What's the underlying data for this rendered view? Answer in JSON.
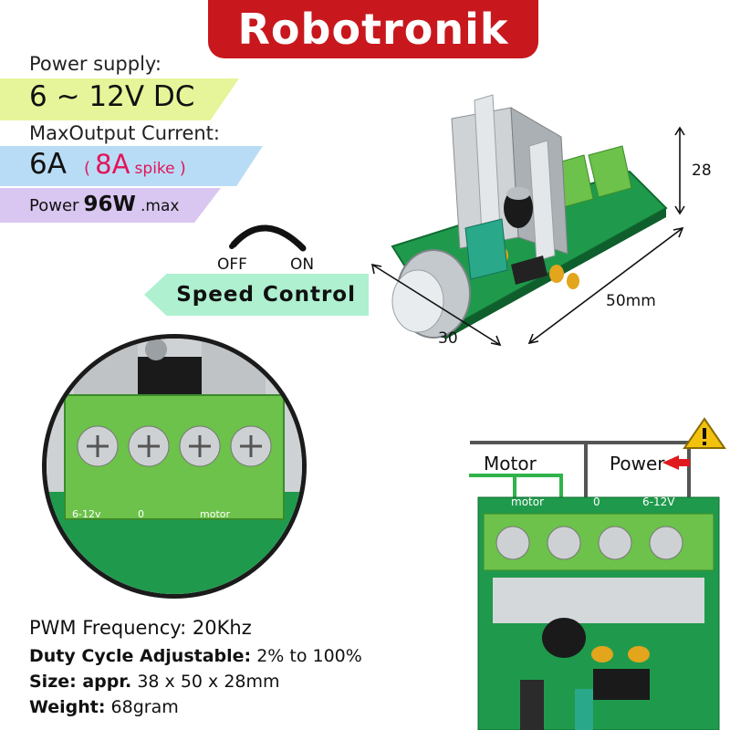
{
  "brand": {
    "name": "Robotronik",
    "color": "#c8181d"
  },
  "specs": {
    "power_supply_label": "Power supply:",
    "power_supply_value": "6 ~ 12V DC",
    "max_current_label": "MaxOutput Current:",
    "max_current_value": "6A",
    "spike_open": "(",
    "spike_value": "8A",
    "spike_word": "spike",
    "spike_close": ")",
    "power_label": "Power",
    "power_value": "96W",
    "power_suffix": ".max"
  },
  "speed": {
    "label": "Speed Control",
    "off": "OFF",
    "on": "ON"
  },
  "dimensions": {
    "height": "28",
    "length": "50mm",
    "width": "30"
  },
  "bottom_specs": {
    "pwm": "PWM Frequency: 20Khz",
    "duty_label": "Duty Cycle Adjustable:",
    "duty_value": "2% to 100%",
    "size_label": "Size: appr.",
    "size_value": "38 x 50 x 28mm",
    "weight_label": "Weight:",
    "weight_value": "68gram"
  },
  "wiring": {
    "motor": "Motor",
    "power": "Power",
    "terminals_top": [
      "motor",
      "0",
      "6-12V"
    ],
    "zoom_terminals": [
      "6-12v",
      "0",
      "motor"
    ]
  },
  "colors": {
    "pcb": "#1f9a4c",
    "terminal": "#6cc24a",
    "motor_wire": "#2fb34a",
    "power_wire": "#555555",
    "warning": "#f2c20f"
  }
}
